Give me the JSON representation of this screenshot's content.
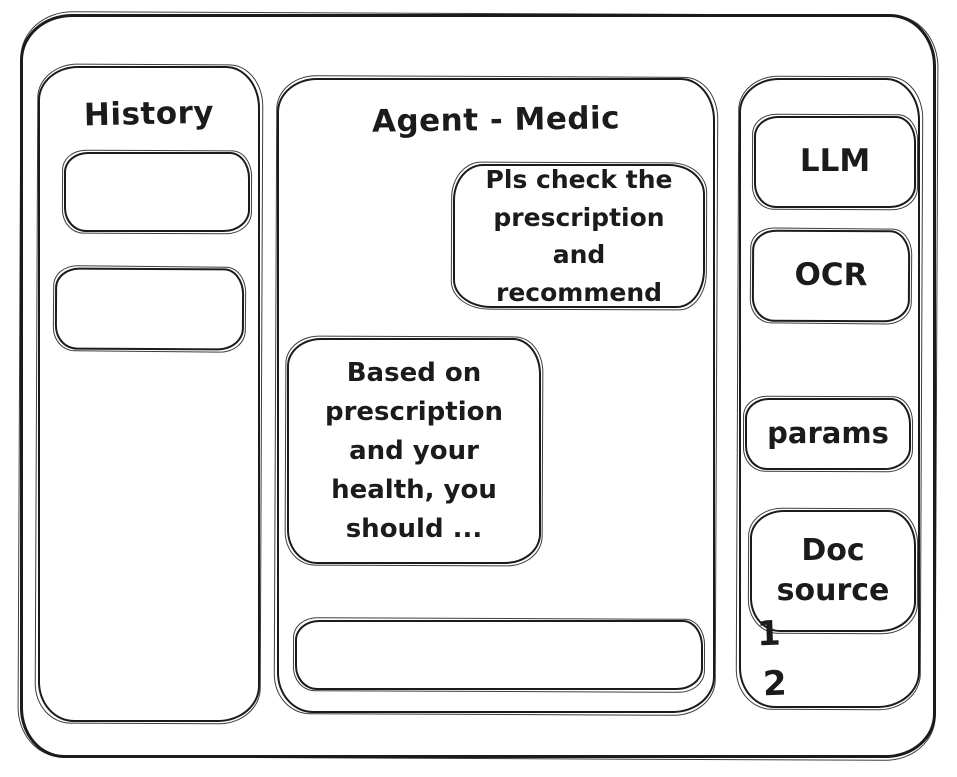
{
  "canvas": {
    "background": "#ffffff",
    "stroke_color": "#1b1b1b"
  },
  "history_panel": {
    "title": "History",
    "items": [
      {
        "label": ""
      },
      {
        "label": ""
      }
    ]
  },
  "chat_panel": {
    "title": "Agent - Medic",
    "messages": [
      {
        "role": "user",
        "align": "right",
        "text": "Pls check the prescription and recommend"
      },
      {
        "role": "assistant",
        "align": "left",
        "text": "Based on prescription and your health, you should ..."
      }
    ],
    "input": {
      "value": "",
      "placeholder": ""
    }
  },
  "tools_panel": {
    "buttons": [
      {
        "label": "LLM"
      },
      {
        "label": "OCR"
      },
      {
        "label": "params"
      },
      {
        "label": "Doc source"
      }
    ],
    "annotations": [
      "1",
      "2"
    ]
  }
}
